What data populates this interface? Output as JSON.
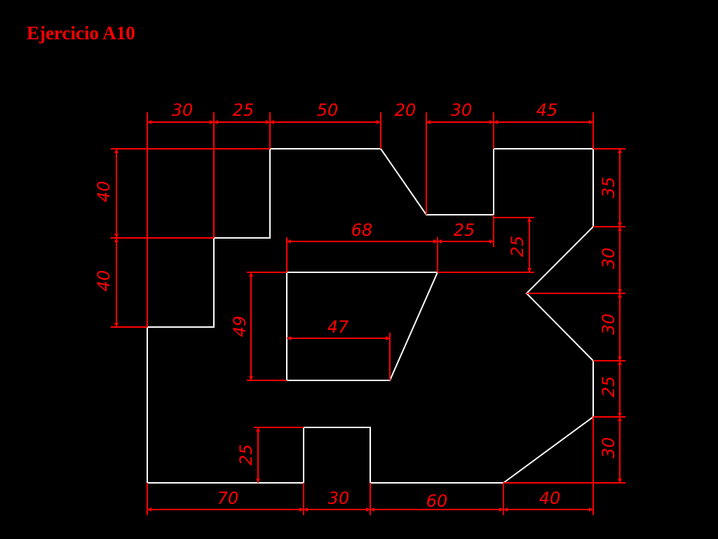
{
  "title": "Ejercicio A10",
  "colors": {
    "background": "#000000",
    "outline": "#ffffff",
    "dimension": "#ff0000",
    "title": "#ff0000"
  },
  "dimensions": {
    "top": [
      "30",
      "25",
      "50",
      "20",
      "30",
      "45"
    ],
    "left": [
      "40",
      "40"
    ],
    "right": [
      "35",
      "30",
      "30",
      "25",
      "30"
    ],
    "bottom": [
      "70",
      "30",
      "60",
      "40"
    ],
    "inner": {
      "width_top": "68",
      "offset": "25",
      "depth": "25",
      "height": "49",
      "width_bottom": "47",
      "notch_height": "25"
    }
  }
}
